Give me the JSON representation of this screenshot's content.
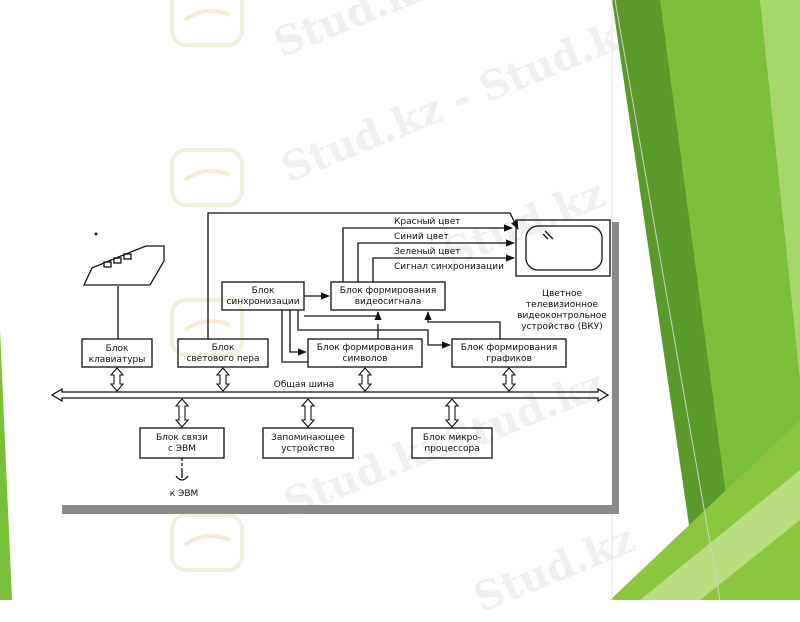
{
  "colors": {
    "accent_dark": "#5a9a2a",
    "accent_mid": "#7bbf3a",
    "accent_light": "#a9d66a",
    "line": "#111111",
    "frame_shadow": "#8a8a8a",
    "watermark": "#b5b5b5"
  },
  "watermark": {
    "text": "Stud.kz",
    "text_dash": "Stud.kz - Stud.kz"
  },
  "diagram": {
    "signals": {
      "red": "Красный цвет",
      "blue": "Синий цвет",
      "green": "Зеленый цвет",
      "sync": "Сигнал синхронизации"
    },
    "monitor_caption": [
      "Цветное",
      "телевизионное",
      "видеоконтрольное",
      "устройство (ВКУ)"
    ],
    "blocks": {
      "keyboard": [
        "Блок",
        "клавиатуры"
      ],
      "light_pen": [
        "Блок",
        "светового пера"
      ],
      "sync": [
        "Блок",
        "синхронизации"
      ],
      "video": [
        "Блок формирования",
        "видеосигнала"
      ],
      "symbols": [
        "Блок формирования",
        "символов"
      ],
      "graphics": [
        "Блок формирования",
        "графиков"
      ],
      "comm": [
        "Блок связи",
        "с ЭВМ"
      ],
      "memory": [
        "Запоминающее",
        "устройство"
      ],
      "cpu": [
        "Блок микро-",
        "процессора"
      ]
    },
    "bus_label": "Общая шина",
    "to_computer": "к ЭВМ"
  }
}
